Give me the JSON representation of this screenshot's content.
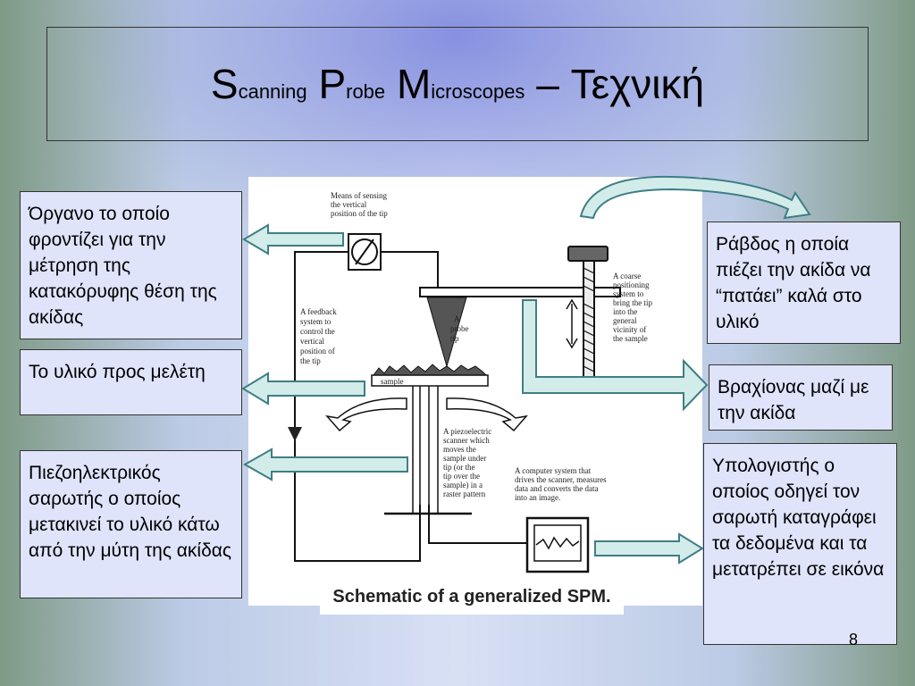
{
  "slide": {
    "title": {
      "s": "S",
      "s_rest": "canning",
      "p": "P",
      "p_rest": "robe",
      "m": "M",
      "m_rest": "icroscopes",
      "suffix": " – Τεχνική"
    },
    "callouts": {
      "sensor": "Όργανο το οποίο φροντίζει για την μέτρηση της κατακόρυφης θέση της ακίδας",
      "sample": "Το υλικό προς μελέτη",
      "scanner": "Πιεζοηλεκτρικός σαρωτής ο οποίος μετακινεί το υλικό κάτω από την μύτη της ακίδας",
      "rod": "Ράβδος η οποία πιέζει την ακίδα να “πατάει” καλά στο υλικό",
      "arm": "Βραχίονας μαζί με την ακίδα",
      "computer": "Υπολογιστής ο οποίος οδηγεί τον σαρωτή καταγράφει τα δεδομένα και τα μετατρέπει σε εικόνα"
    },
    "page_number": "8"
  },
  "figure": {
    "caption": "Schematic of a generalized SPM.",
    "labels": {
      "sensing": [
        "Means of sensing",
        "the vertical",
        "position of the tip"
      ],
      "feedback": [
        "A feedback",
        "system to",
        "control the",
        "vertical",
        "position of",
        "the tip"
      ],
      "probe": [
        "A",
        "probe",
        "tip"
      ],
      "coarse": [
        "A coarse",
        "positioning",
        "system to",
        "bring the tip",
        "into the",
        "general",
        "vicinity of",
        "the sample"
      ],
      "sample": "sample",
      "piezo": [
        "A piezoelectric",
        "scanner which",
        "moves the",
        "sample under",
        "tip (or the",
        "tip over the",
        "sample) in a",
        "raster pattern"
      ],
      "computer": [
        "A computer system that",
        "drives the scanner, measures",
        "data and converts the data",
        "into an image."
      ]
    }
  },
  "colors": {
    "callout_bg": "#dfe4fb",
    "arrow_fill": "#d2ece9",
    "arrow_stroke": "#3f7e86"
  }
}
